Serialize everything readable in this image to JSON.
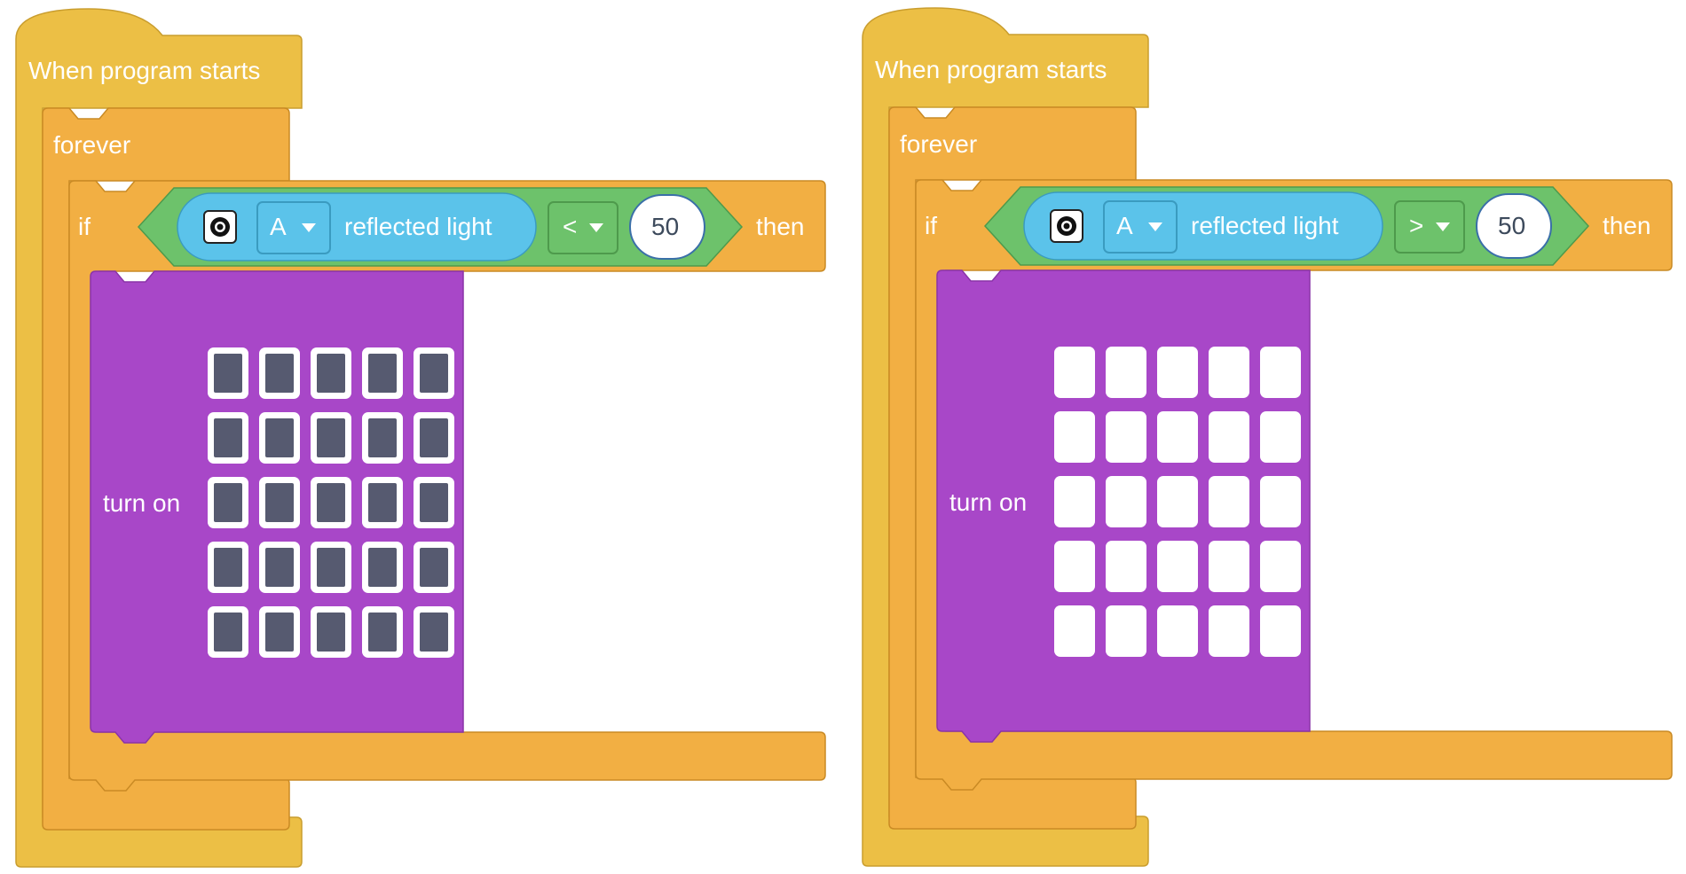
{
  "colors": {
    "event": "#ECBF45",
    "control": "#F2AF43",
    "operator": "#6DC26B",
    "sensor": "#5BC3EA",
    "display": "#A847C8",
    "led_on": "#ffffff",
    "led_off": "#565A70"
  },
  "programs": [
    {
      "start_label": "When program starts",
      "forever_label": "forever",
      "if_label": "if",
      "sensor_icon": "color-sensor-icon",
      "port": "A",
      "sensor_label": "reflected light",
      "operator": "<",
      "value": "50",
      "then_label": "then",
      "action_label": "turn on",
      "leds_on": false
    },
    {
      "start_label": "When program starts",
      "forever_label": "forever",
      "if_label": "if",
      "sensor_icon": "color-sensor-icon",
      "port": "A",
      "sensor_label": "reflected light",
      "operator": ">",
      "value": "50",
      "then_label": "then",
      "action_label": "turn on",
      "leds_on": true
    }
  ]
}
